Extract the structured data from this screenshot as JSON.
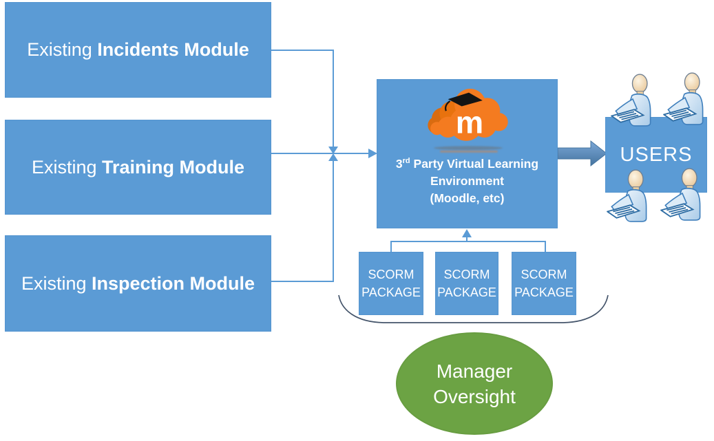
{
  "modules": [
    {
      "plain": "Existing ",
      "bold": "Incidents Module"
    },
    {
      "plain": "Existing ",
      "bold": "Training Module"
    },
    {
      "plain": "Existing ",
      "bold": "Inspection Module"
    }
  ],
  "vle": {
    "num": "3",
    "sup": "rd",
    "line1_rest": " Party Virtual Learning",
    "line2": "Environment",
    "line3": "(Moodle, etc)"
  },
  "scorm": [
    {
      "line1": "SCORM",
      "line2": "PACKAGE"
    },
    {
      "line1": "SCORM",
      "line2": "PACKAGE"
    },
    {
      "line1": "SCORM",
      "line2": "PACKAGE"
    }
  ],
  "users_label": "USERS",
  "oversight": {
    "line1": "Manager",
    "line2": "Oversight"
  },
  "colors": {
    "box_blue": "#5B9BD5",
    "connector_blue": "#5B9BD5",
    "thick_arrow_blue": "#4E81BD",
    "brace_gray": "#44546A",
    "oversight_green": "#6CA344",
    "moodle_orange": "#F47B20"
  },
  "icons": {
    "moodle_logo": "moodle-cloud-logo",
    "user_icon": "seated-person-with-document-icon"
  }
}
